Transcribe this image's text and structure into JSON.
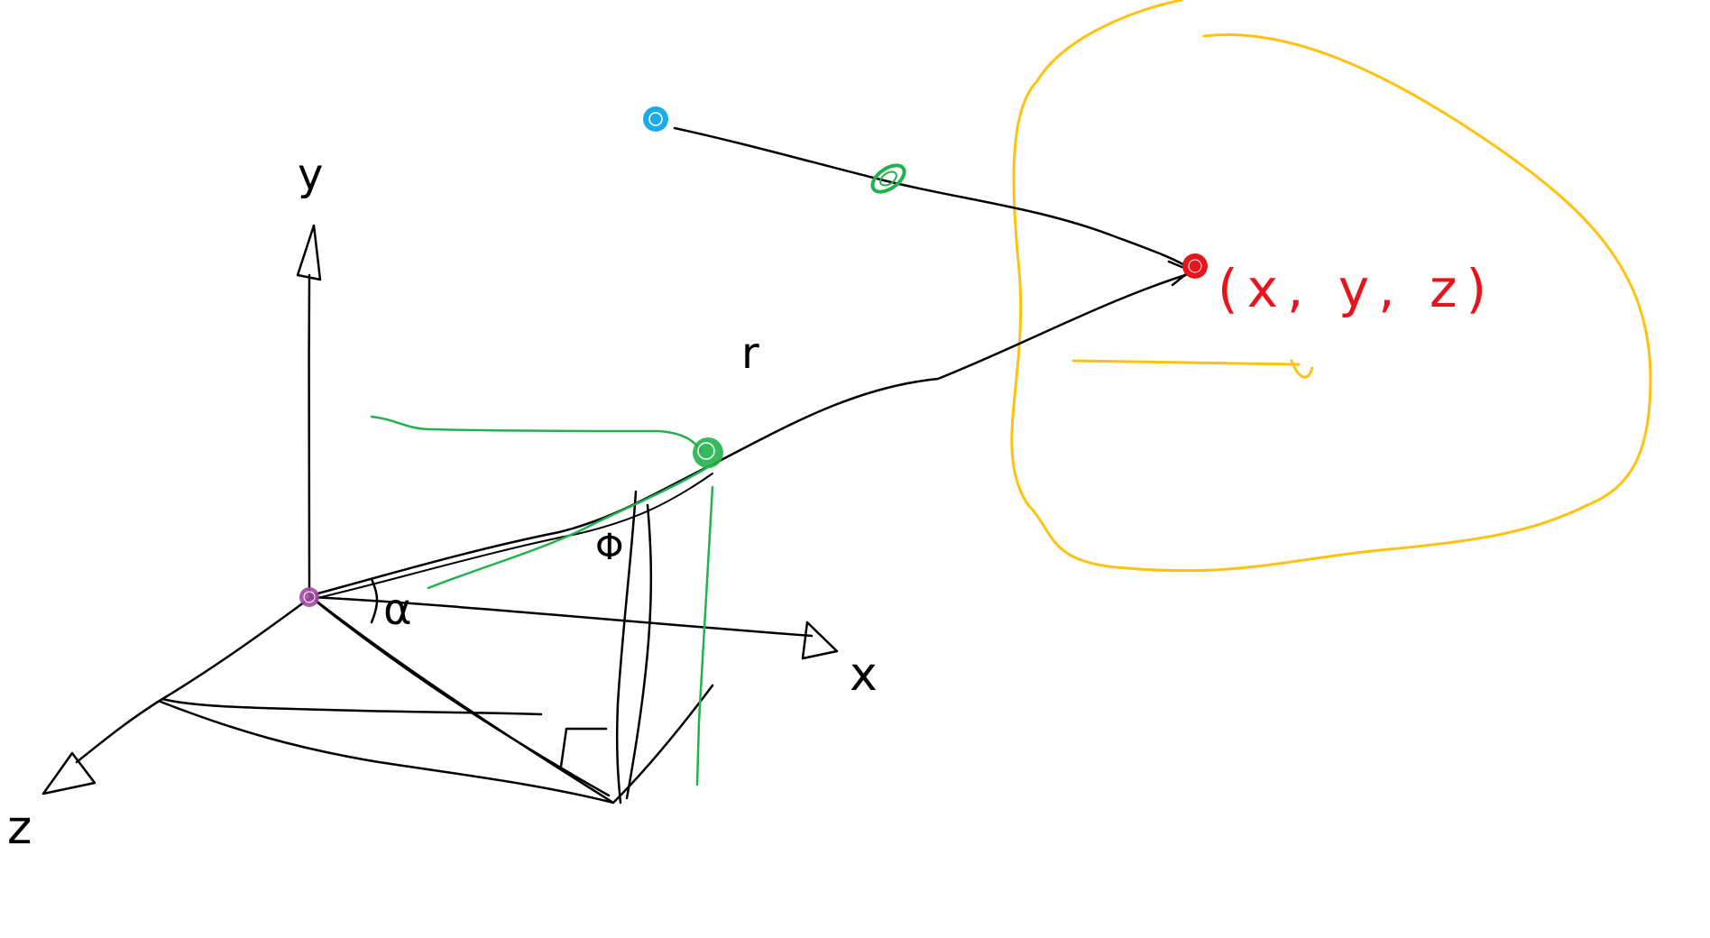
{
  "labels": {
    "axis_y": "y",
    "axis_x": "x",
    "axis_z": "z",
    "radius": "r",
    "alpha": "α",
    "angle_mark": "Φ",
    "coordinates": "(x, y, z)"
  },
  "colors": {
    "ink": "#000000",
    "red": "#e8141c",
    "green": "#22b14c",
    "blue": "#00a2e8",
    "purple": "#a349a4",
    "yellow": "#ffc20e"
  }
}
